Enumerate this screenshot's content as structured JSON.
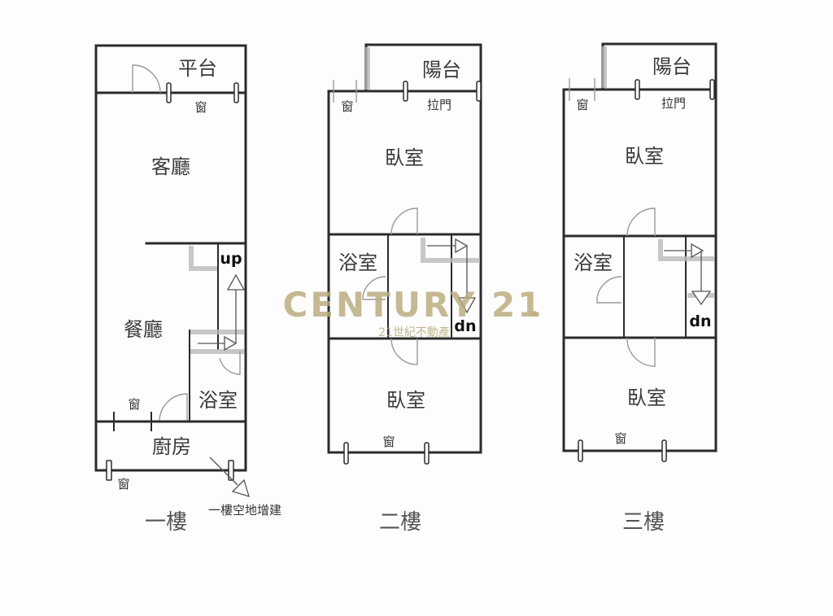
{
  "watermark": {
    "brand": "CENTURY 21",
    "subtitle": "21世紀不動產",
    "color": "#b9ab7c"
  },
  "floors": [
    {
      "label": "一樓",
      "rooms": {
        "platform": "平台",
        "living_room": "客廳",
        "dining_room": "餐廳",
        "bathroom": "浴室",
        "kitchen": "廚房"
      },
      "labels": {
        "window_top": "窗",
        "window_dining": "窗",
        "window_bottom": "窗",
        "stairs": "up",
        "extension_note": "一樓空地增建"
      }
    },
    {
      "label": "二樓",
      "rooms": {
        "balcony": "陽台",
        "bedroom_front": "臥室",
        "bathroom": "浴室",
        "bedroom_rear": "臥室"
      },
      "labels": {
        "window_top": "窗",
        "sliding_door": "拉門",
        "stairs": "dn",
        "window_bottom": "窗"
      }
    },
    {
      "label": "三樓",
      "rooms": {
        "balcony": "陽台",
        "bedroom_front": "臥室",
        "bathroom": "浴室",
        "bedroom_rear": "臥室"
      },
      "labels": {
        "window_top": "窗",
        "sliding_door": "拉門",
        "stairs": "dn",
        "window_bottom": "窗"
      }
    }
  ]
}
